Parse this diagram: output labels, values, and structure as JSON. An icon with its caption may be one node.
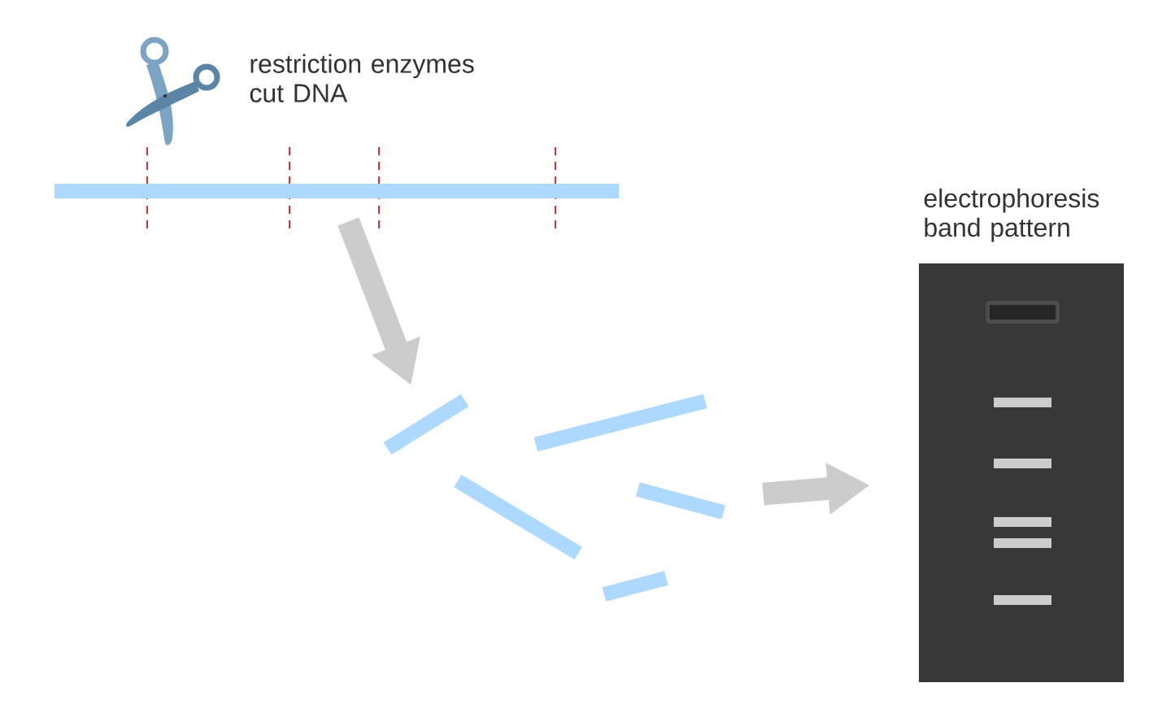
{
  "diagram": {
    "nodes": [
      {
        "text": [],
        "shape": "bar"
      },
      {
        "text": [],
        "shape": "bar"
      },
      {
        "text": [],
        "shape": "bar"
      },
      {
        "text": [],
        "shape": "bar"
      },
      {
        "text": [],
        "shape": "bar"
      },
      {
        "text": [],
        "shape": "bar"
      },
      {
        "text": [
          "electrophoresis band pattern"
        ]
      }
    ],
    "edges": [
      {
        "from": 0,
        "to": 1,
        "arrow": "to"
      },
      {
        "from": 4,
        "to": 6,
        "arrow": "to"
      }
    ],
    "labels": [
      "restriction enzymes cut DNA"
    ]
  }
}
